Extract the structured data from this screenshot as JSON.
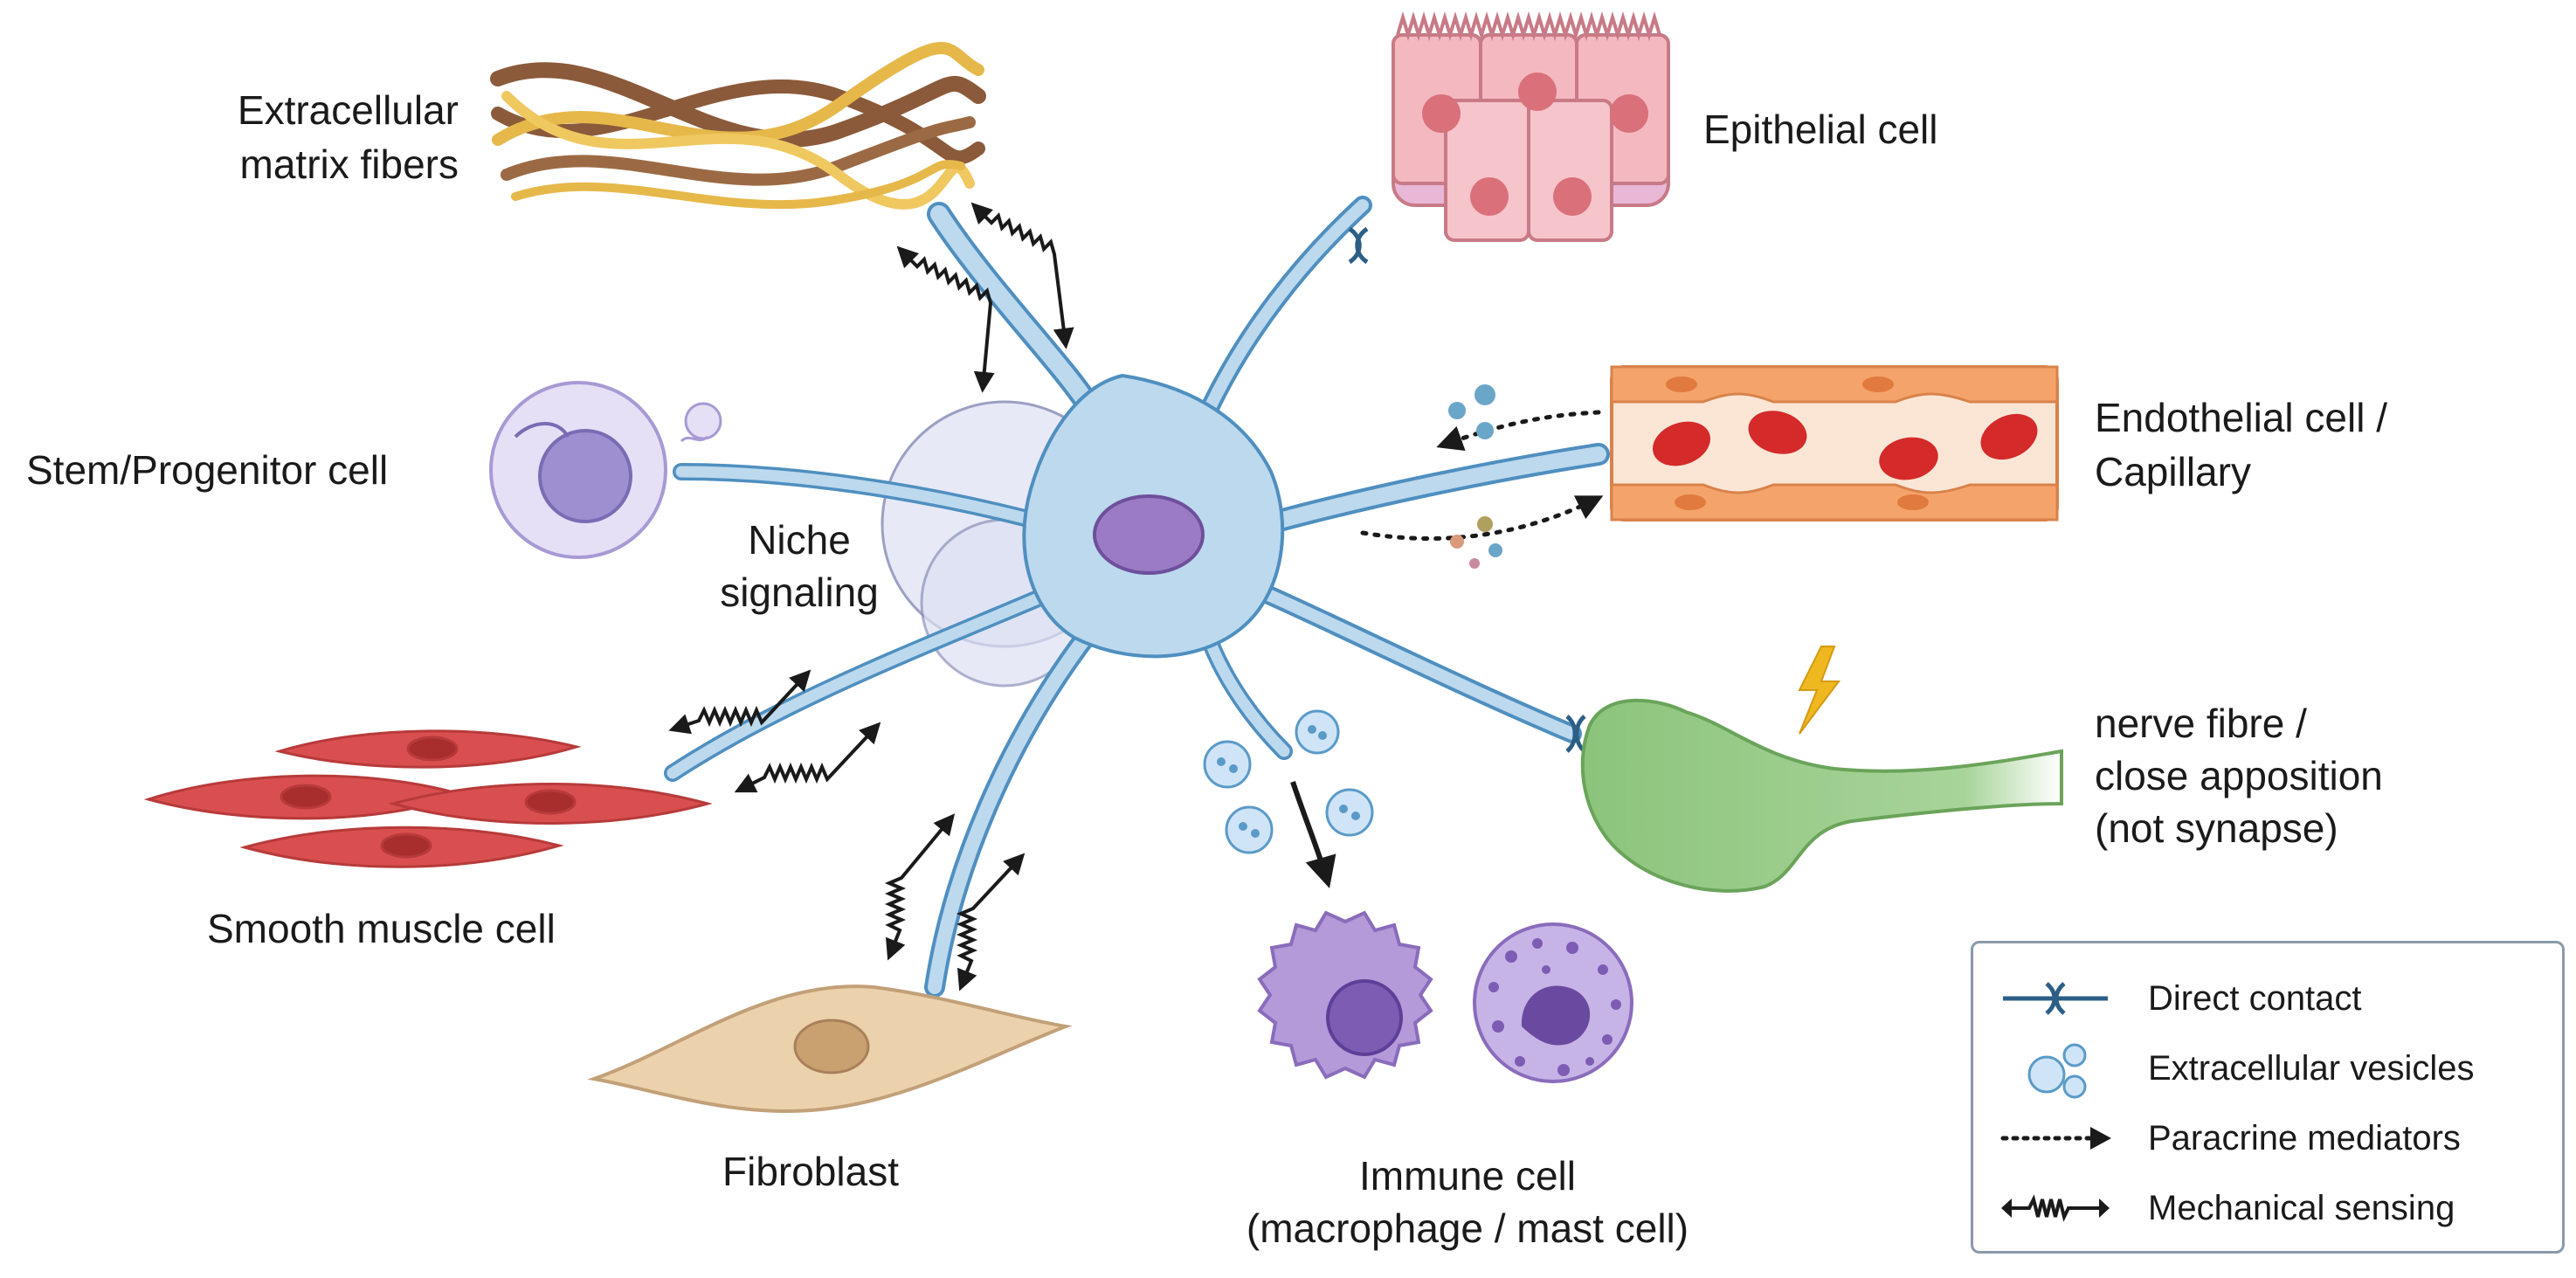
{
  "labels": {
    "ecm_line1": "Extracellular",
    "ecm_line2": "matrix fibers",
    "epithelial": "Epithelial cell",
    "stem": "Stem/Progenitor cell",
    "niche_line1": "Niche",
    "niche_line2": "signaling",
    "endothelial_line1": "Endothelial cell /",
    "endothelial_line2": "Capillary",
    "smooth_muscle": "Smooth muscle cell",
    "nerve_line1": "nerve fibre /",
    "nerve_line2": "close apposition",
    "nerve_line3": "(not synapse)",
    "fibroblast": "Fibroblast",
    "immune_line1": "Immune cell",
    "immune_line2": "(macrophage / mast cell)"
  },
  "legend": {
    "items": [
      {
        "label": "Direct contact",
        "icon": "direct-contact-icon"
      },
      {
        "label": "Extracellular vesicles",
        "icon": "vesicles-icon"
      },
      {
        "label": "Paracrine mediators",
        "icon": "dotted-arrow-icon"
      },
      {
        "label": "Mechanical sensing",
        "icon": "zigzag-arrow-icon"
      }
    ]
  },
  "colors": {
    "telocyte": "#bcd9ee",
    "telocyte_outline": "#4f8fc0",
    "nucleus": "#9b7cc4",
    "epithelial": "#f4b8c0",
    "endothelial": "#f4a46a",
    "rbc": "#d42a2a",
    "smooth_muscle": "#d94f4f",
    "fibroblast": "#ecd2ac",
    "immune": "#a88ad0",
    "nerve": "#8cc47c",
    "stem": "#d8d0f0",
    "ecm_gold": "#e6b84a",
    "ecm_brown": "#8a5a3a"
  }
}
